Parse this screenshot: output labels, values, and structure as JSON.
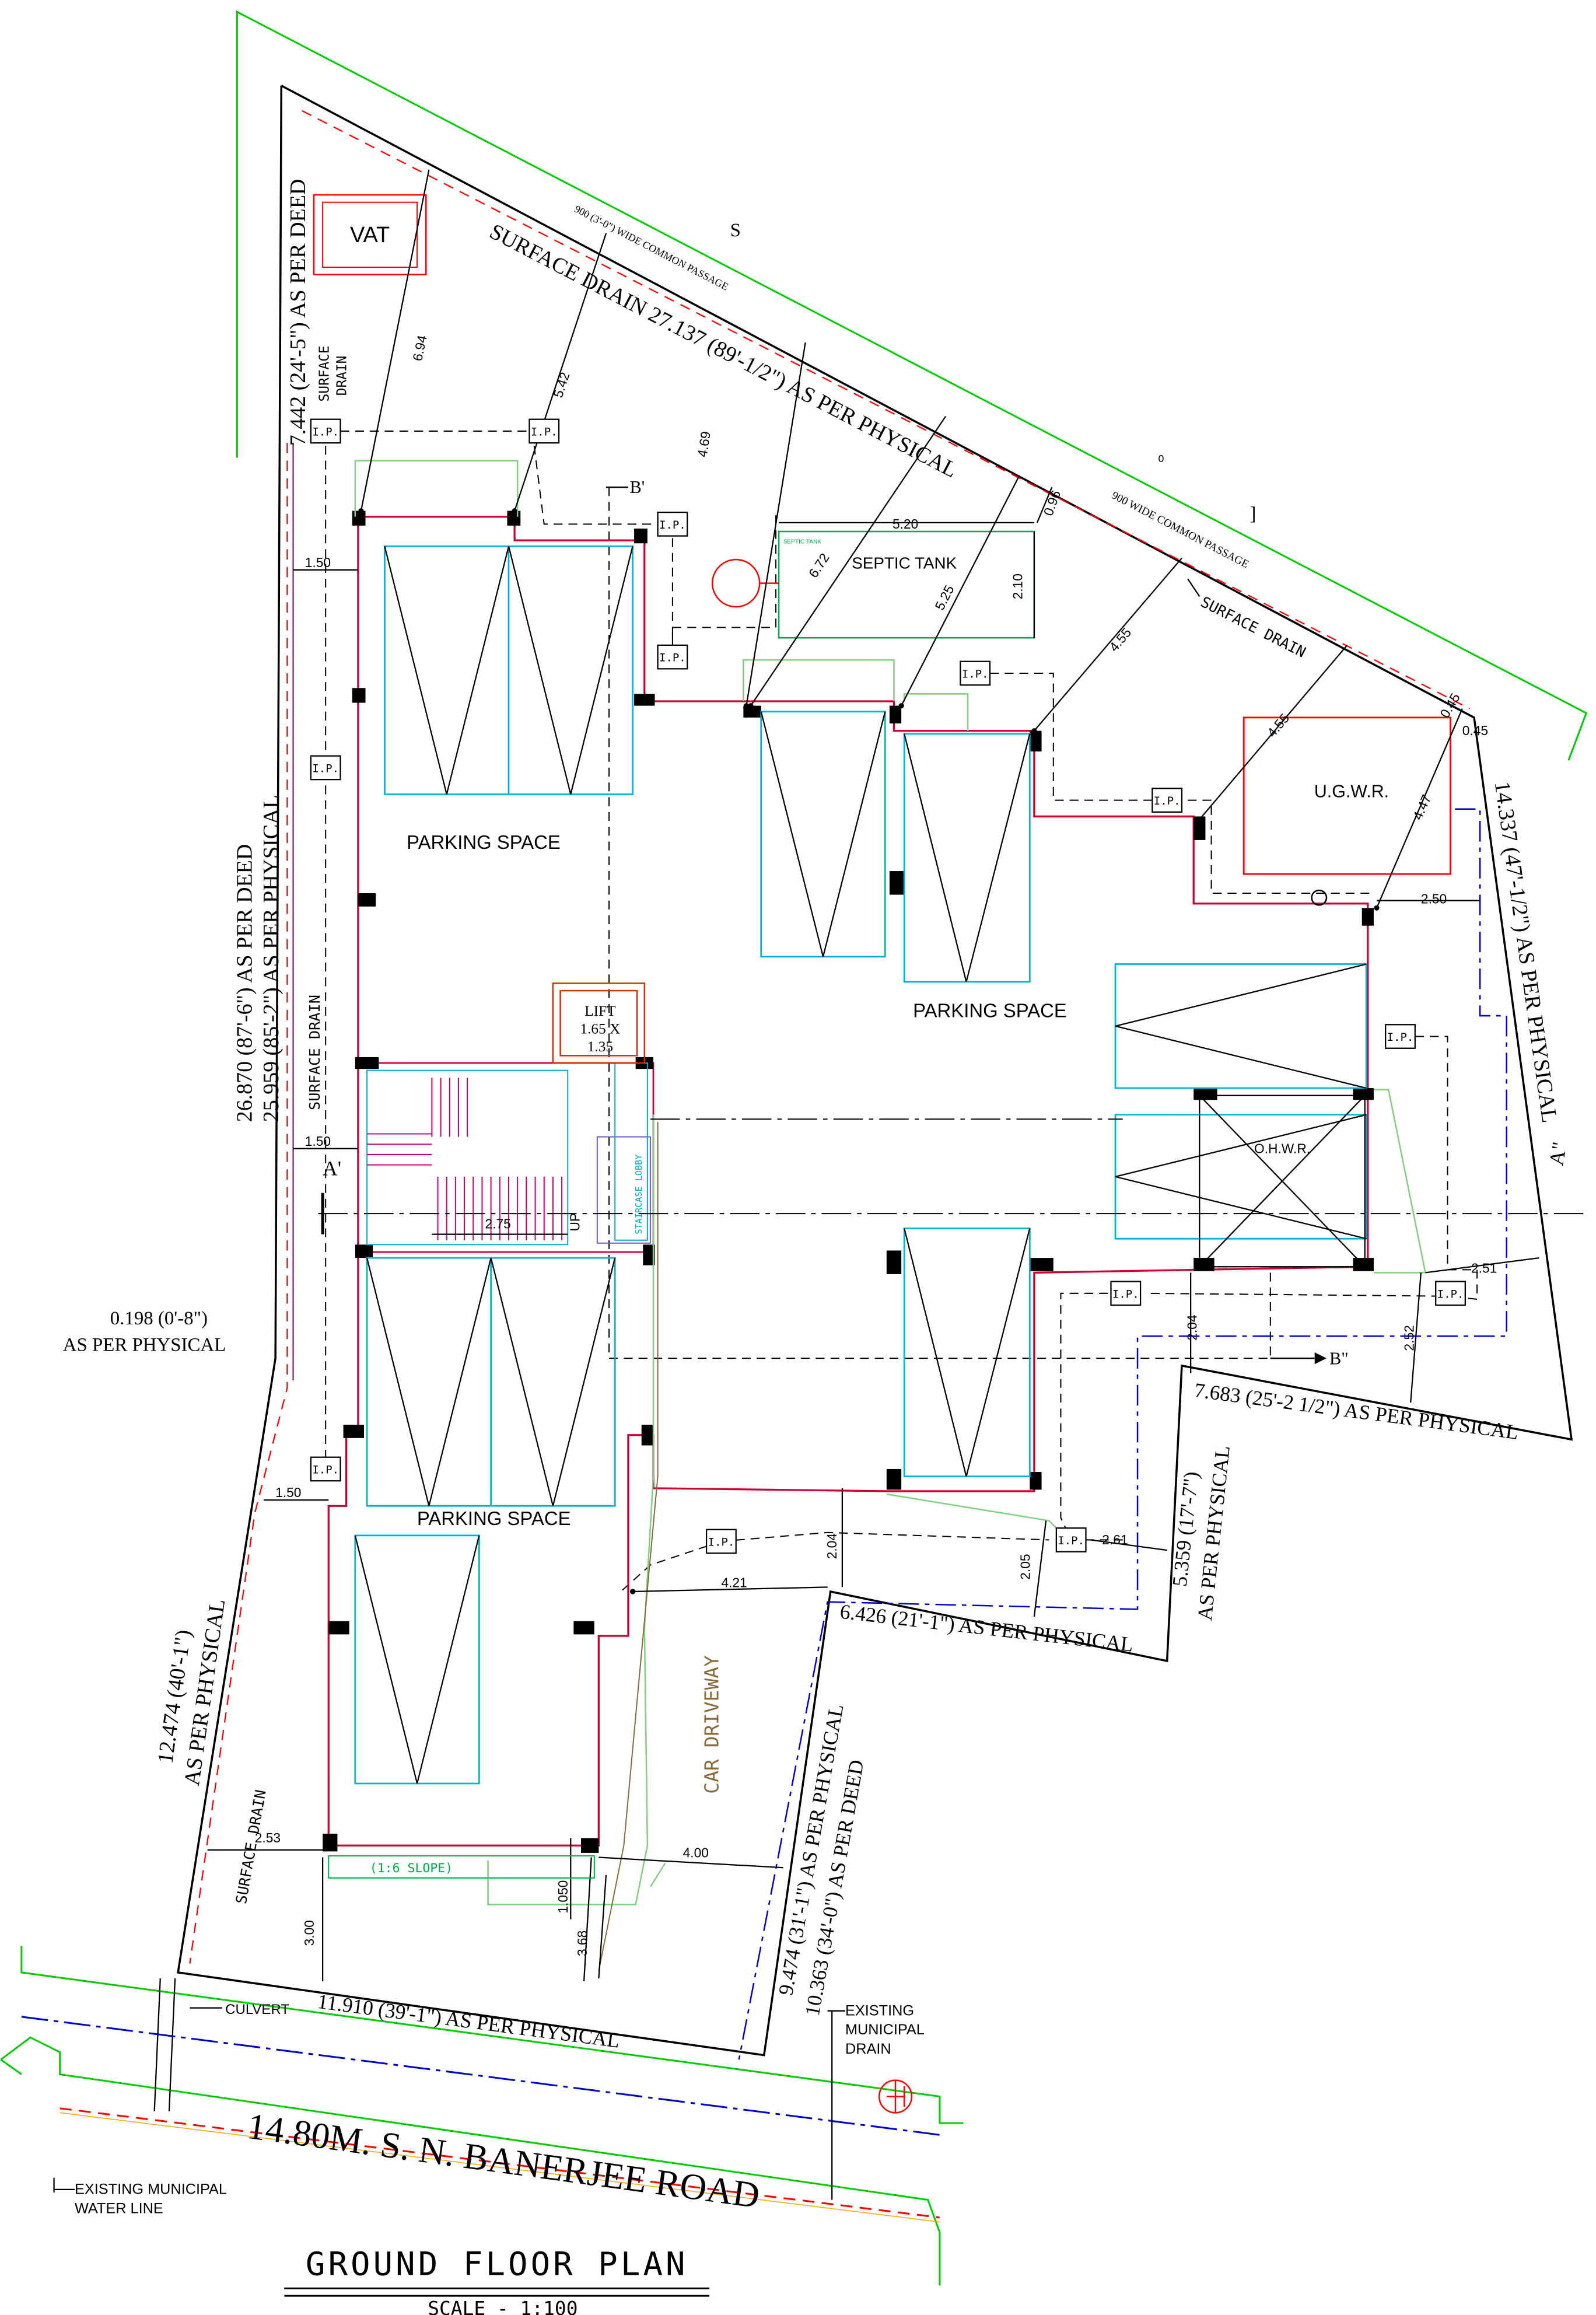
{
  "drawing": {
    "title": "GROUND FLOOR PLAN",
    "scale": "SCALE - 1:100",
    "road_name": "14.80M. S. N. BANERJEE ROAD",
    "colors": {
      "boundary": "#000000",
      "building_outline": "#cc0033",
      "parking_bays": "#00b4d8",
      "site_extent": "#00cc00",
      "water_line": "#0000cc",
      "drain_dashed": "#ff0000",
      "driveway": "#7fd07f",
      "driveway_text": "#8a6a3a",
      "septic": "#00aa44",
      "stair": "#cc0077",
      "lobby": "#00aadd",
      "lift_box": "#cc3300"
    }
  },
  "labels": {
    "vat": "VAT",
    "septic_tank": "SEPTIC TANK",
    "septic_tag": "SEPTIC TANK",
    "ugwr": "U.G.W.R.",
    "ohwr": "O.H.W.R.",
    "lift_title": "LIFT",
    "lift_size_1": "1.65 X",
    "lift_size_2": "1.35",
    "parking_1": "PARKING SPACE",
    "parking_2": "PARKING SPACE",
    "parking_3": "PARKING SPACE",
    "car_driveway": "CAR DRIVEWAY",
    "slope": "(1:6 SLOPE)",
    "staircase_lobby": "STAIRCASE LOBBY",
    "up": "UP",
    "surface_drain_top": "SURFACE DRAIN",
    "surface_drain_left_top_1": "SURFACE",
    "surface_drain_left_top_2": "DRAIN",
    "surface_drain_left_mid": "SURFACE DRAIN",
    "surface_drain_left_bottom": "SURFACE DRAIN",
    "surface_drain_right": "SURFACE DRAIN",
    "passage_1": "900 (3'-0\") WIDE COMMON PASSAGE",
    "passage_2": "900  WIDE  COMMON  PASSAGE",
    "culvert": "CULVERT",
    "existing_drain_1": "EXISTING",
    "existing_drain_2": "MUNICIPAL",
    "existing_drain_3": "DRAIN",
    "water_line_1": "EXISTING MUNICIPAL",
    "water_line_2": "WATER LINE",
    "ip": "I.P.",
    "section_a1": "A'",
    "section_a2": "A\"",
    "section_b1": "B'",
    "section_b2": "B\"",
    "stray_s": "S",
    "stray_0": "0",
    "stray_bracket": "]"
  },
  "boundary_dims": {
    "left_top": "7.442 (24'-5\") AS PER DEED",
    "left_long_deed": "26.870 (87'-6\") AS PER DEED",
    "left_long_physical": "25.959 (85'-2\") AS PER PHYSICAL",
    "left_jog_1": "0.198 (0'-8\")",
    "left_jog_2": "AS PER PHYSICAL",
    "left_bottom_1": "12.474 (40'-1\")",
    "left_bottom_2": "AS PER PHYSICAL",
    "top_diagonal": "SURFACE DRAIN 27.137 (89'-1/2\") AS PER PHYSICAL",
    "right_upper": "14.337 (47'-1/2\") AS PER PHYSICAL",
    "right_step": "7.683 (25'-2 1/2\") AS PER PHYSICAL",
    "right_vertical_1": "5.359 (17'-7\")",
    "right_vertical_2": "AS PER PHYSICAL",
    "right_step_2": "6.426 (21'-1\") AS PER PHYSICAL",
    "front_physical": "9.474 (31'-1\") AS PER PHYSICAL",
    "front_deed": "10.363 (34'-0\") AS PER DEED",
    "road_frontage": "11.910 (39'-1\") AS PER PHYSICAL"
  },
  "setback_dims": {
    "d694": "6.94",
    "d542": "5.42",
    "d469": "4.69",
    "d672": "6.72",
    "d525": "5.25",
    "d096": "0.96",
    "d455a": "4.55",
    "d455b": "4.55",
    "d447": "4.47",
    "d045a": "0.45",
    "d045b": "0.45",
    "d250": "2.50",
    "d520": "5.20",
    "d210": "2.10",
    "d150a": "1.50",
    "d150b": "1.50",
    "d150c": "1.50",
    "d275": "2.75",
    "d251": "2.51",
    "d204a": "2.04",
    "d252": "2.52",
    "d204b": "2.04",
    "d205": "2.05",
    "d261": "2.61",
    "d421": "4.21",
    "d253": "2.53",
    "d400": "4.00",
    "d300": "3.00",
    "d1050": "1.050",
    "d368": "3.68"
  }
}
